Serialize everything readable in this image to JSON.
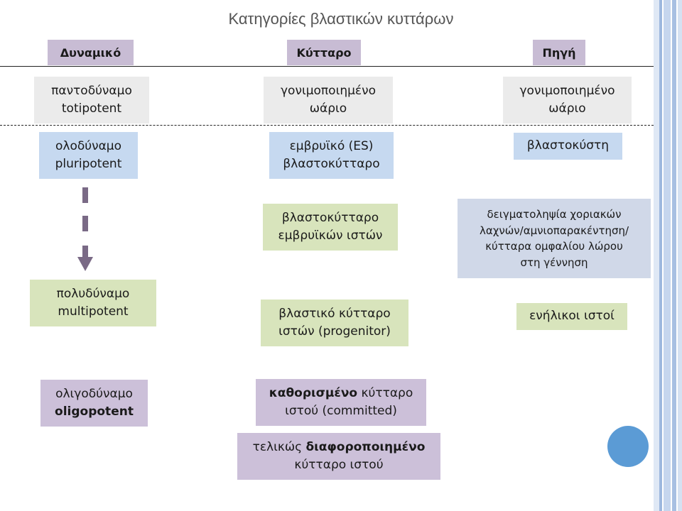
{
  "title": "Κατηγορίες βλαστικών κυττάρων",
  "headers": {
    "potency": "Δυναμικό",
    "cell": "Κύτταρο",
    "source": "Πηγή"
  },
  "potency": {
    "totipotent": {
      "line1": "παντοδύναμο",
      "line2": "totipotent"
    },
    "pluripotent": {
      "line1": "ολοδύναμο",
      "line2": "pluripotent"
    },
    "multipotent": {
      "line1": "πολυδύναμο",
      "line2": "multipotent"
    },
    "oligopotent": {
      "line1": "ολιγοδύναμο",
      "line2": "oligopotent"
    }
  },
  "cells": {
    "zygote": {
      "line1": "γονιμοποιημένο",
      "line2": "ωάριο"
    },
    "es": {
      "line1": "εμβρυϊκό (ES)",
      "line2": "βλαστοκύτταρο"
    },
    "fetal": {
      "line1": "βλαστοκύτταρο",
      "line2": "εμβρυϊκών ιστών"
    },
    "progenitor": {
      "line1": "βλαστικό κύτταρο",
      "line2": "ιστών (progenitor)"
    },
    "committed": {
      "bold": "καθορισμένο",
      "rest": " κύτταρο",
      "line2": "ιστού (committed)"
    },
    "terminal": {
      "pre": "τελικώς ",
      "bold": "διαφοροποιημένο",
      "line2": "κύτταρο ιστού"
    }
  },
  "sources": {
    "zygote": {
      "line1": "γονιμοποιημένο",
      "line2": "ωάριο"
    },
    "blastocyst": "βλαστοκύστη",
    "cvs": {
      "line1": "δειγματοληψία χοριακών",
      "line2": "λαχνών/αμνιοπαρακέντηση/",
      "line3": "κύτταρα ομφαλίου λώρου",
      "line4": "στη γέννηση"
    },
    "adult": "ενήλικοι ιστοί"
  },
  "colors": {
    "header": "#c8bcd4",
    "grey": "#ebebeb",
    "blue": "#c6d9f0",
    "green": "#d8e4bc",
    "purple": "#ccc0d9",
    "arrow": "#7a6a86",
    "circle": "#5b9bd5"
  }
}
